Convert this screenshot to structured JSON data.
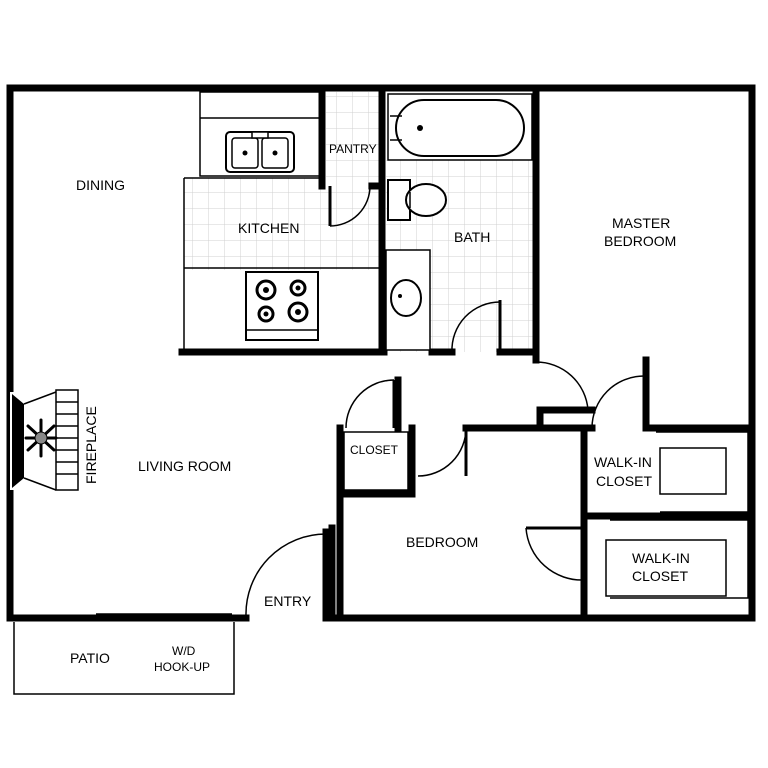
{
  "rooms": {
    "dining": "DINING",
    "kitchen": "KITCHEN",
    "pantry": "PANTRY",
    "bath": "BATH",
    "master_bedroom_line1": "MASTER",
    "master_bedroom_line2": "BEDROOM",
    "fireplace": "FIREPLACE",
    "living_room": "LIVING ROOM",
    "closet": "CLOSET",
    "walkin_1_line1": "WALK-IN",
    "walkin_1_line2": "CLOSET",
    "walkin_2_line1": "WALK-IN",
    "walkin_2_line2": "CLOSET",
    "bedroom": "BEDROOM",
    "entry": "ENTRY",
    "patio": "PATIO",
    "wd_line1": "W/D",
    "wd_line2": "HOOK-UP"
  }
}
